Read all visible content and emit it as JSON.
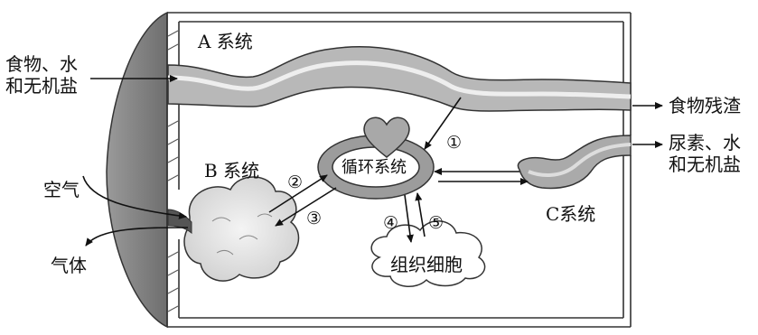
{
  "labels": {
    "system_a": "A 系统",
    "system_b": "B 系统",
    "system_c": "C系统",
    "circulation": "循环系统",
    "tissue_cells": "组织细胞",
    "input_line1": "食物、水",
    "input_line2": "和无机盐",
    "residue": "食物残渣",
    "output_line1": "尿素、水",
    "output_line2": "和无机盐",
    "air": "空气",
    "gas": "气体"
  },
  "steps": [
    "①",
    "②",
    "③",
    "④",
    "⑤"
  ]
}
